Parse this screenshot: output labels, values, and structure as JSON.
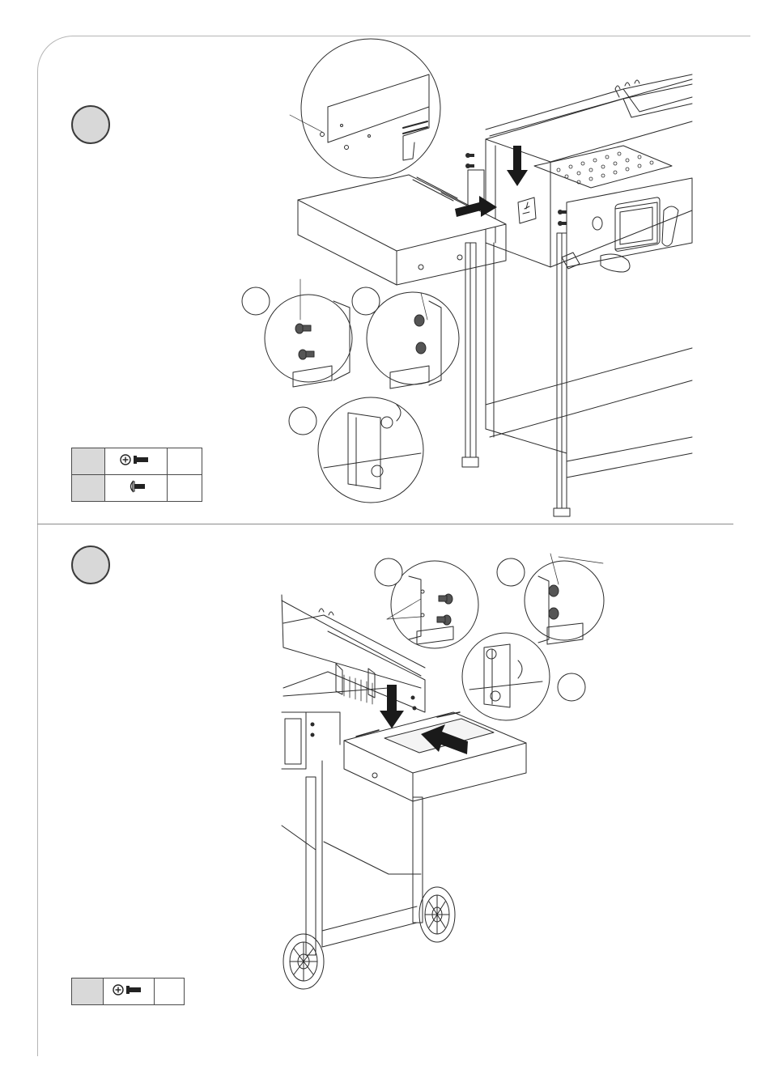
{
  "steps": [
    {
      "badge_icon": "step-number-badge",
      "parts": [
        {
          "icon": "cross-head-bolt-icon"
        },
        {
          "icon": "flat-head-bolt-icon"
        }
      ],
      "detail_callouts": 3
    },
    {
      "badge_icon": "step-number-badge",
      "parts": [
        {
          "icon": "cross-head-bolt-icon"
        }
      ],
      "detail_callouts": 3
    }
  ],
  "colors": {
    "line": "#2b2b2b",
    "badge_fill": "#d8d8d8",
    "table_key_fill": "#d9d9d9",
    "arrow": "#1a1a1a",
    "frame": "#b5b5b5"
  }
}
